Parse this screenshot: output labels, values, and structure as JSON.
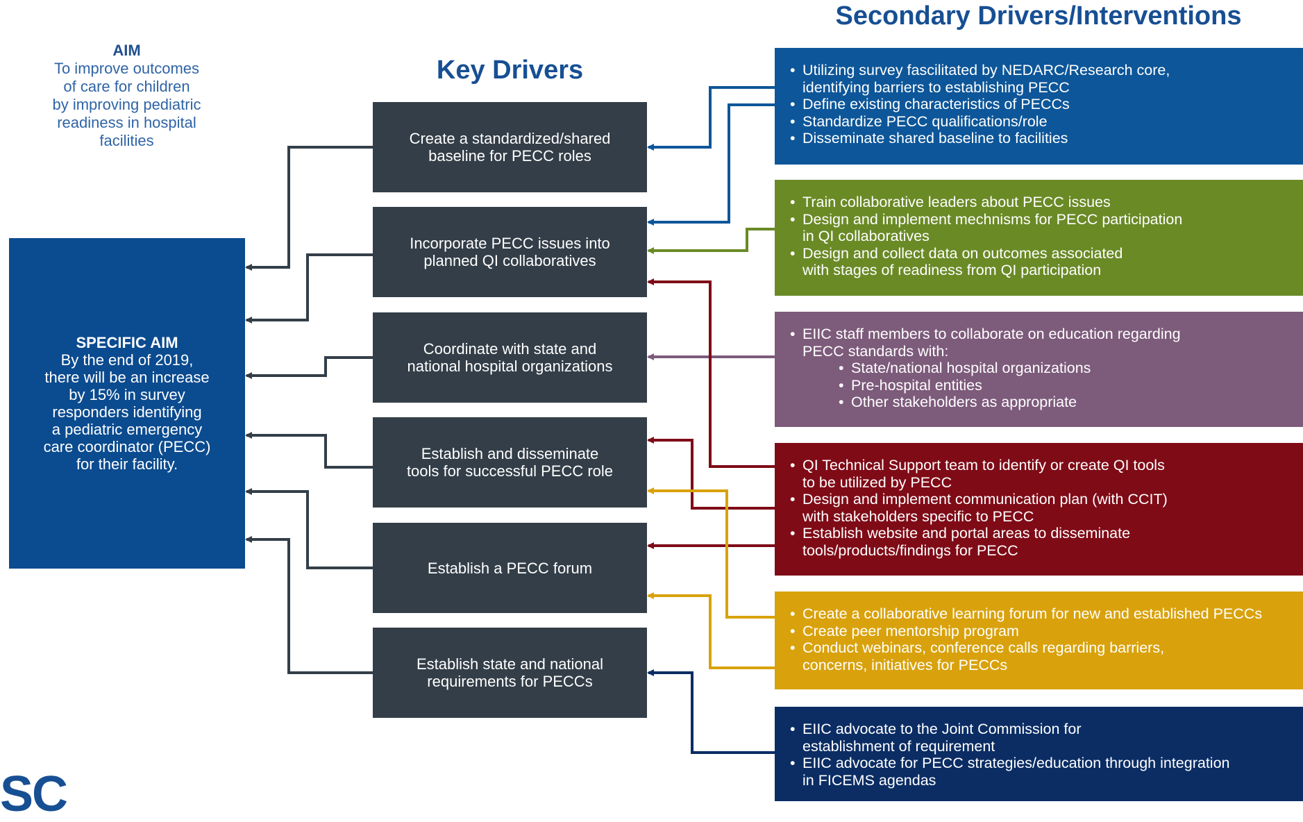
{
  "aim": {
    "heading": "AIM",
    "lines": [
      "To improve outcomes",
      "of care for children",
      "by improving pediatric",
      "readiness in hospital",
      "facilities"
    ]
  },
  "specific_aim": {
    "heading": "SPECIFIC AIM",
    "lines": [
      "By the end of 2019,",
      "there will be an increase",
      "by 15% in survey",
      "responders identifying",
      "a pediatric emergency",
      "care coordinator (PECC)",
      "for their facility."
    ]
  },
  "key_drivers": {
    "title": "Key Drivers",
    "items": [
      {
        "lines": [
          "Create a standardized/shared",
          "baseline for PECC roles"
        ]
      },
      {
        "lines": [
          "Incorporate PECC issues into",
          "planned QI collaboratives"
        ]
      },
      {
        "lines": [
          "Coordinate with state and",
          "national hospital organizations"
        ]
      },
      {
        "lines": [
          "Establish and disseminate",
          "tools for successful PECC role"
        ]
      },
      {
        "lines": [
          "Establish a PECC forum"
        ]
      },
      {
        "lines": [
          "Establish state and national",
          "requirements for PECCs"
        ]
      }
    ]
  },
  "secondary_drivers": {
    "title": "Secondary Drivers/Interventions",
    "boxes": [
      {
        "color": "#0d5699",
        "items": [
          {
            "lines": [
              "Utilizing survey fascilitated by NEDARC/Research core,",
              "identifying barriers to establishing PECC"
            ]
          },
          {
            "lines": [
              "Define existing characteristics of PECCs"
            ]
          },
          {
            "lines": [
              "Standardize PECC qualifications/role"
            ]
          },
          {
            "lines": [
              "Disseminate shared baseline to facilities"
            ]
          }
        ]
      },
      {
        "color": "#6a8a26",
        "items": [
          {
            "lines": [
              "Train collaborative leaders about PECC issues"
            ]
          },
          {
            "lines": [
              "Design and implement mechnisms for PECC participation",
              "in QI collaboratives"
            ]
          },
          {
            "lines": [
              "Design and collect data on outcomes associated",
              "with stages of readiness from QI participation"
            ]
          }
        ]
      },
      {
        "color": "#7d5b7b",
        "items": [
          {
            "lines": [
              "EIIC staff members to collaborate on education regarding",
              "PECC standards with:"
            ]
          },
          {
            "lines": [
              "State/national hospital organizations"
            ],
            "sub": true
          },
          {
            "lines": [
              "Pre-hospital entities"
            ],
            "sub": true
          },
          {
            "lines": [
              "Other stakeholders as appropriate"
            ],
            "sub": true
          }
        ]
      },
      {
        "color": "#7f0b17",
        "items": [
          {
            "lines": [
              "QI Technical Support team to identify or create QI tools",
              "to be utilized by PECC"
            ]
          },
          {
            "lines": [
              "Design and implement communication plan (with CCIT)",
              "with stakeholders specific to PECC"
            ]
          },
          {
            "lines": [
              "Establish website and portal areas to disseminate",
              "tools/products/findings for PECC"
            ]
          }
        ]
      },
      {
        "color": "#d9a20c",
        "items": [
          {
            "lines": [
              "Create a collaborative learning forum for new and established PECCs"
            ]
          },
          {
            "lines": [
              "Create peer mentorship program"
            ]
          },
          {
            "lines": [
              "Conduct webinars, conference calls regarding barriers,",
              "concerns, initiatives for PECCs"
            ]
          }
        ]
      },
      {
        "color": "#0b2d64",
        "items": [
          {
            "lines": [
              "EIIC advocate to the Joint Commission for",
              "establishment of requirement"
            ]
          },
          {
            "lines": [
              "EIIC advocate for PECC strategies/education through integration",
              "in FICEMS agendas"
            ]
          }
        ]
      }
    ]
  },
  "logo_text": "SC"
}
